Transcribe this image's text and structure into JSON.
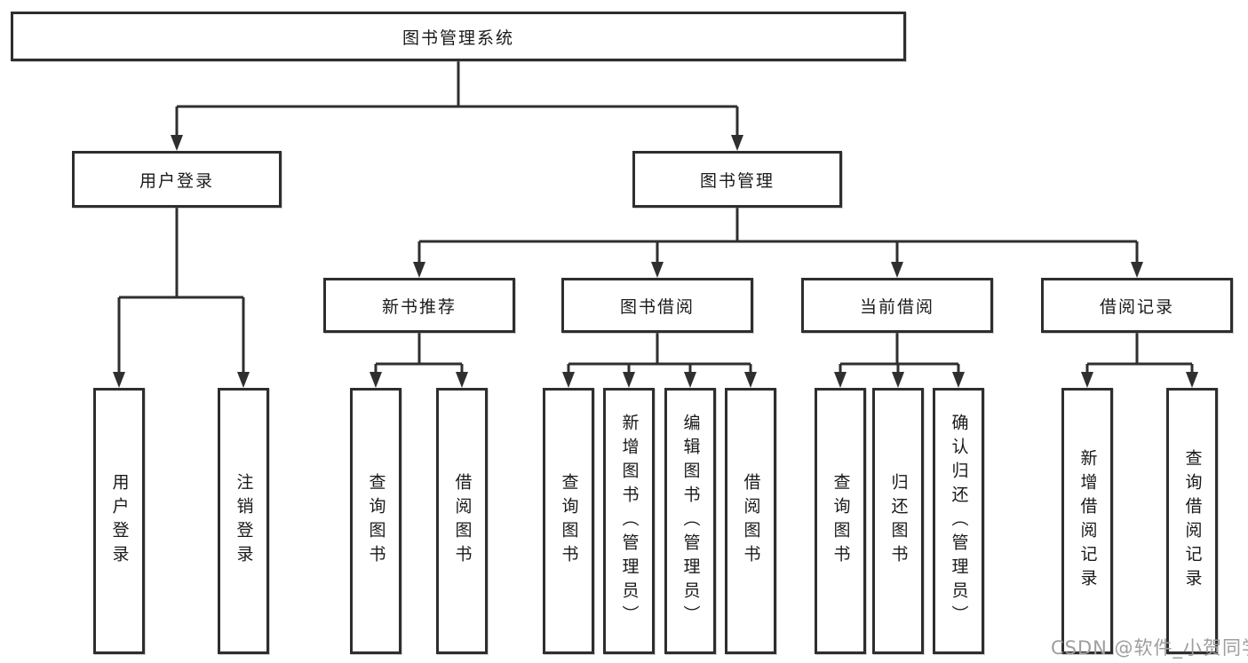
{
  "tree": {
    "root": {
      "label": "图书管理系统",
      "children": [
        {
          "label": "用户登录",
          "children": [
            {
              "label": "用户登录"
            },
            {
              "label": "注销登录"
            }
          ]
        },
        {
          "label": "图书管理",
          "children": [
            {
              "label": "新书推荐",
              "children": [
                {
                  "label": "查询图书"
                },
                {
                  "label": "借阅图书"
                }
              ]
            },
            {
              "label": "图书借阅",
              "children": [
                {
                  "label": "查询图书"
                },
                {
                  "label": "新增图书（管理员）"
                },
                {
                  "label": "编辑图书（管理员）"
                },
                {
                  "label": "借阅图书"
                }
              ]
            },
            {
              "label": "当前借阅",
              "children": [
                {
                  "label": "查询图书"
                },
                {
                  "label": "归还图书"
                },
                {
                  "label": "确认归还（管理员）"
                }
              ]
            },
            {
              "label": "借阅记录",
              "children": [
                {
                  "label": "新增借阅记录"
                },
                {
                  "label": "查询借阅记录"
                }
              ]
            }
          ]
        }
      ]
    }
  },
  "watermark": {
    "text": "CSDN @软件_小贺同学"
  },
  "colors": {
    "line": "#2f2f2f",
    "box_border": "#2e2e2e",
    "text": "#1a1a1a",
    "watermark": "#9e9e9e",
    "background": "#ffffff"
  }
}
